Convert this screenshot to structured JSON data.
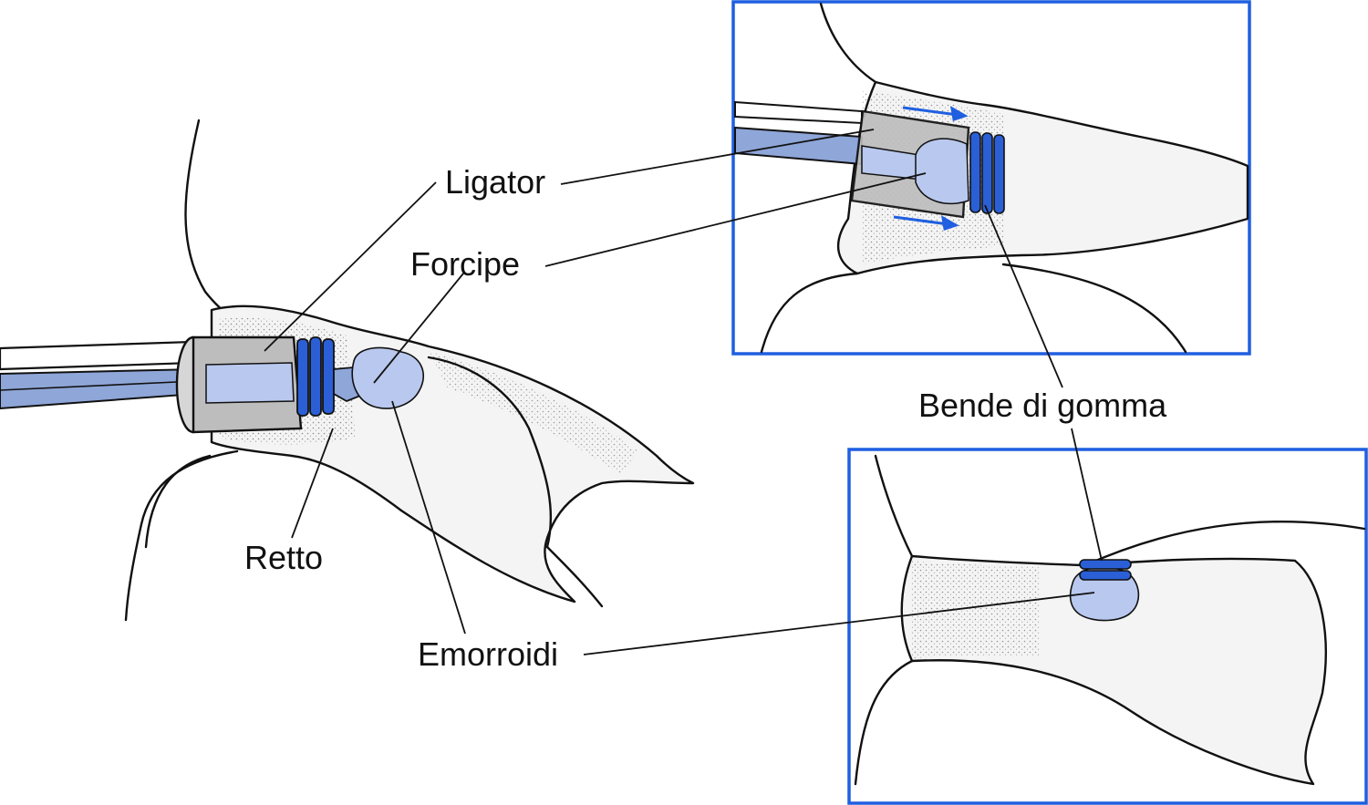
{
  "labels": {
    "ligator": "Ligator",
    "forcipe": "Forcipe",
    "retto": "Retto",
    "emorroidi": "Emorroidi",
    "bende": "Bende di gomma"
  },
  "colors": {
    "frame": "#1f5fe0",
    "band": "#2a5fd6",
    "instrument_blue": "#8ea6d8",
    "hemorrhoid": "#b9c8ee",
    "ligator_gray": "#bdbdbd",
    "ink": "#111111"
  }
}
